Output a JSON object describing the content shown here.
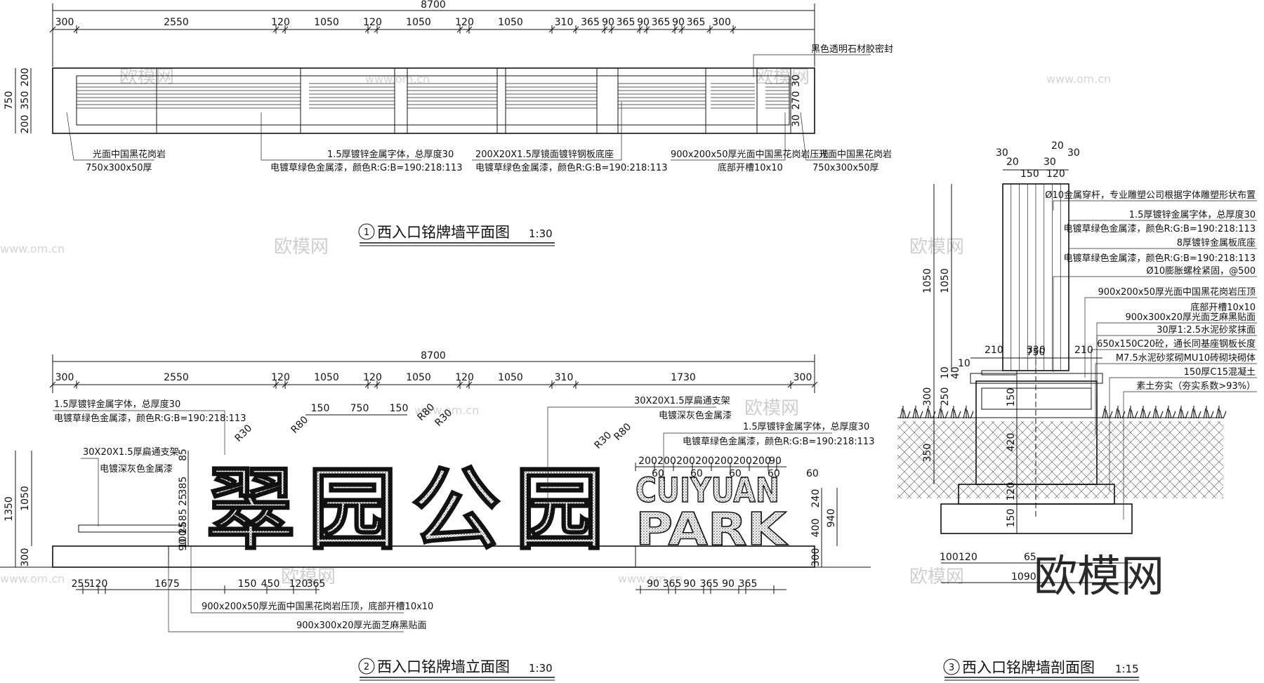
{
  "plan": {
    "overall": "8700",
    "top_dims": [
      "300",
      "2550",
      "120",
      "1050",
      "120",
      "1050",
      "120",
      "1050",
      "310",
      "365",
      "90",
      "365",
      "90",
      "365",
      "90",
      "365",
      "300"
    ],
    "left_dims": [
      "750",
      "200",
      "350",
      "200"
    ],
    "right_dims": [
      "30",
      "270",
      "30"
    ],
    "notes": {
      "n1a": "光面中国黑花岗岩",
      "n1b": "750x300x50厚",
      "n2a": "1.5厚镀锌金属字体，总厚度30",
      "n2b": "电镀草绿色金属漆，颜色R:G:B=190:218:113",
      "n3a": "200X20X1.5厚镜面镀锌钢板底座",
      "n3b": "电镀草绿色金属漆，颜色R:G:B=190:218:113",
      "n4a": "900x200x50厚光面中国黑花岗岩压顶",
      "n4b": "底部开槽10x10",
      "n5a": "光面中国黑花岗岩",
      "n5b": "750x300x50厚",
      "n6": "黑色透明石材胶密封"
    },
    "title_num": "1",
    "title": "西入口铭牌墙平面图",
    "scale": "1:30"
  },
  "elev": {
    "overall": "8700",
    "top_dims": [
      "300",
      "2550",
      "120",
      "1050",
      "120",
      "1050",
      "120",
      "1050",
      "310",
      "1730",
      "300"
    ],
    "inner_dims": [
      "150",
      "750",
      "150"
    ],
    "letter_dims": [
      "200",
      "200",
      "200",
      "200",
      "200",
      "200",
      "200",
      "90"
    ],
    "letter_dims2": [
      "60",
      "60",
      "60",
      "60",
      "60"
    ],
    "left_dims": [
      "1350",
      "1050",
      "300"
    ],
    "left_inner": [
      "85",
      "385",
      "25",
      "585",
      "25",
      "100",
      "90"
    ],
    "right_dims": [
      "240",
      "400",
      "940",
      "300"
    ],
    "radius": [
      "R30",
      "R80",
      "R80",
      "R30",
      "R30",
      "R80"
    ],
    "bottom_dims": [
      "255",
      "120",
      "1675",
      "150",
      "450",
      "120",
      "365",
      "90",
      "365",
      "90",
      "365",
      "90",
      "365"
    ],
    "notes": {
      "a1": "1.5厚镀锌金属字体，总厚度30",
      "a2": "电镀草绿色金属漆，颜色R:G:B=190:218:113",
      "b1": "30X20X1.5厚扁通支架",
      "b2": "电镀深灰色金属漆",
      "c1": "30X20X1.5厚扁通支架",
      "c2": "电镀深灰色金属漆",
      "d1": "1.5厚镀锌金属字体，总厚度30",
      "d2": "电镀草绿色金属漆，颜色R:G:B=190:218:113",
      "e1": "900x200x50厚光面中国黑花岗岩压顶，底部开槽10x10",
      "e2": "900x300x20厚光面芝麻黑贴面"
    },
    "sign_cn": [
      "翠",
      "园",
      "公",
      "园"
    ],
    "sign_en1": "CUIYUAN",
    "sign_en2": "PARK",
    "title_num": "2",
    "title": "西入口铭牌墙立面图",
    "scale": "1:30"
  },
  "section": {
    "top_dims": [
      "30",
      "20",
      "30",
      "30",
      "20",
      "150",
      "120"
    ],
    "dims_mid": [
      "750",
      "210",
      "330",
      "210",
      "10",
      "10",
      "40"
    ],
    "left_dims": [
      "1050",
      "1050",
      "300",
      "250",
      "350"
    ],
    "inner_dims": [
      "150",
      "420",
      "120",
      "150"
    ],
    "bottom_dims": [
      "100",
      "120",
      "65",
      "1090"
    ],
    "notes": [
      "Ø10金属穿杆，专业雕塑公司根据字体雕塑形状布置",
      "1.5厚镀锌金属字体，总厚度30",
      "电镀草绿色金属漆，颜色R:G:B=190:218:113",
      "8厚镀锌金属板底座",
      "电镀草绿色金属漆，颜色R:G:B=190:218:113",
      "Ø10膨胀螺栓紧固，@500",
      "900x200x50厚光面中国黑花岗岩压顶",
      "底部开槽10x10",
      "900x300x20厚光面芝麻黑贴面",
      "30厚1:2.5水泥砂浆抹面",
      "650x150C20砼，通长同基座钢板长度",
      "M7.5水泥砂浆砌MU10砖砌块砌体",
      "150厚C15混凝土",
      "素土夯实（夯实系数>93%）"
    ],
    "title_num": "3",
    "title": "西入口铭牌墙剖面图",
    "scale": "1:15"
  },
  "watermark": {
    "cn": "欧模网",
    "url": "www.om.cn",
    "logo": "欧模网"
  }
}
